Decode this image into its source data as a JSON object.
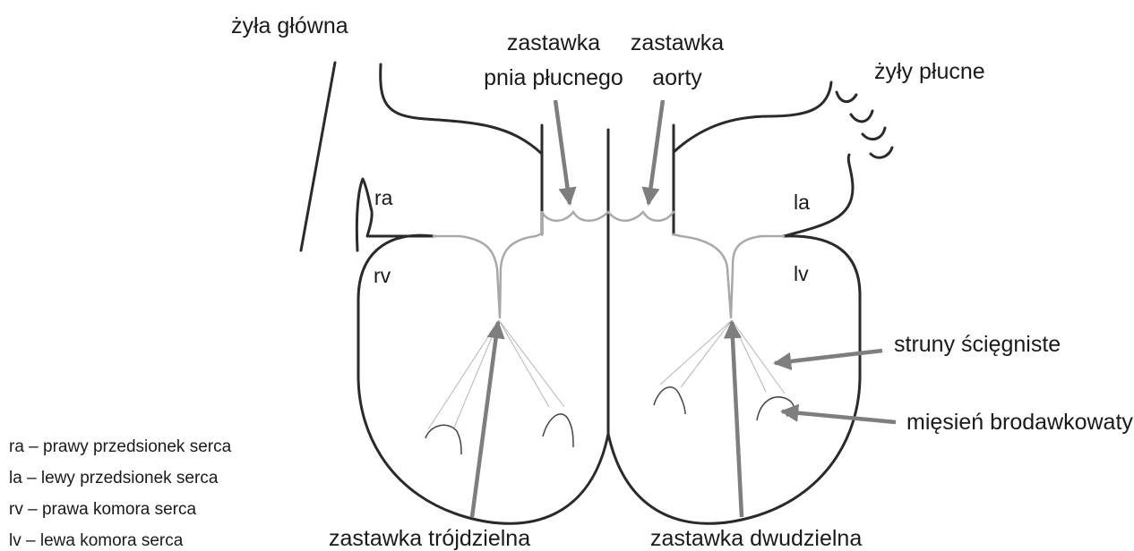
{
  "labels": {
    "vena_cava": "żyła główna",
    "pulmonary_valve_1": "zastawka",
    "pulmonary_valve_2": "pnia płucnego",
    "aortic_valve_1": "zastawka",
    "aortic_valve_2": "aorty",
    "pulmonary_veins": "żyły płucne",
    "chordae": "struny ścięgniste",
    "papillary": "mięsień brodawkowaty",
    "tricuspid": "zastawka trójdzielna",
    "mitral": "zastawka dwudzielna",
    "ra": "ra",
    "la": "la",
    "rv": "rv",
    "lv": "lv"
  },
  "legend": [
    "ra – prawy przedsionek serca",
    "la – lewy przedsionek serca",
    "rv – prawa komora serca",
    "lv – lewa komora serca"
  ],
  "colors": {
    "outline": "#2a2a2a",
    "valve": "#a8a8a8",
    "arrow": "#7e7e7e",
    "text": "#1a1a1a"
  }
}
